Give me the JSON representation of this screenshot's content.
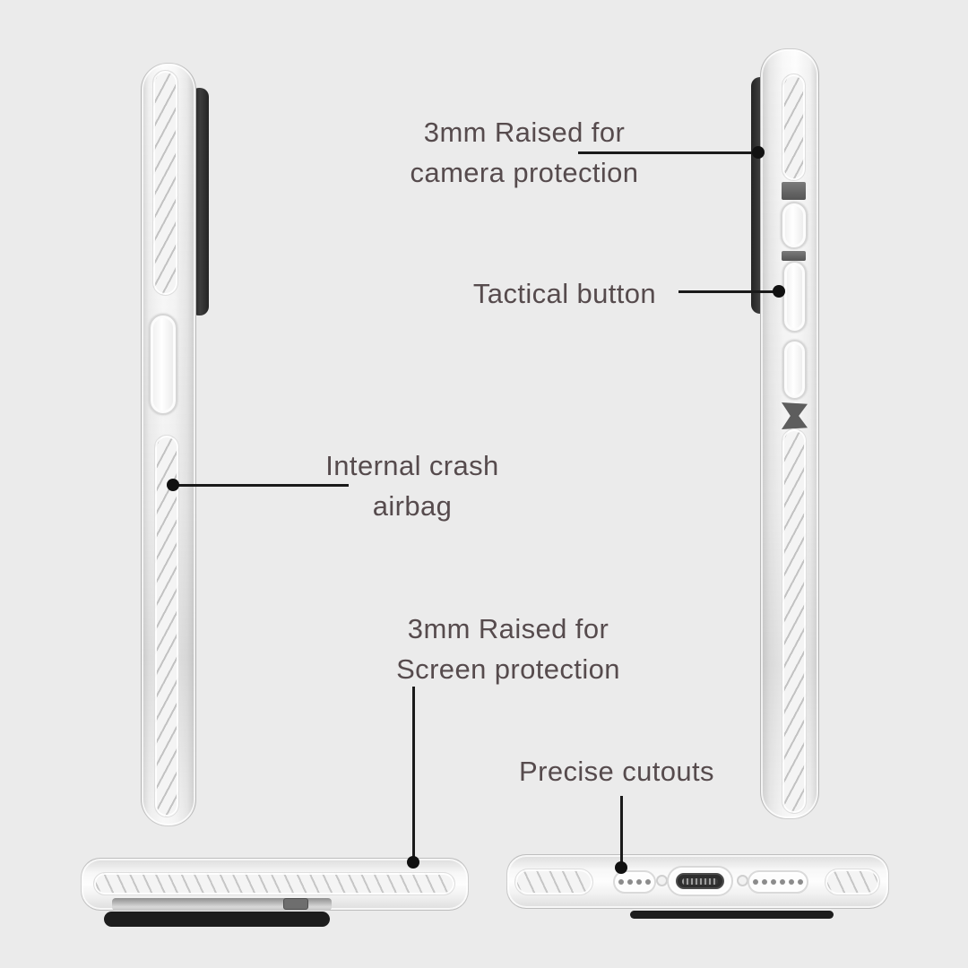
{
  "palette": {
    "background": "#ebebeb",
    "text": "#564b4d",
    "leader_line": "#1a1a1a",
    "case_white": "#f9f9f9",
    "case_border": "#c9c9c9",
    "camera_bump": "#1d1d1d"
  },
  "annotations": {
    "camera_protection": {
      "line1": "3mm Raised for",
      "line2": "camera protection"
    },
    "tactical_button": {
      "label": "Tactical button"
    },
    "internal_airbag": {
      "line1": "Internal crash",
      "line2": "airbag"
    },
    "screen_protection": {
      "line1": "3mm Raised for",
      "line2": "Screen protection"
    },
    "precise_cutouts": {
      "label": "Precise cutouts"
    }
  },
  "ports": {
    "left_speaker_holes": 4,
    "right_speaker_holes": 6
  }
}
